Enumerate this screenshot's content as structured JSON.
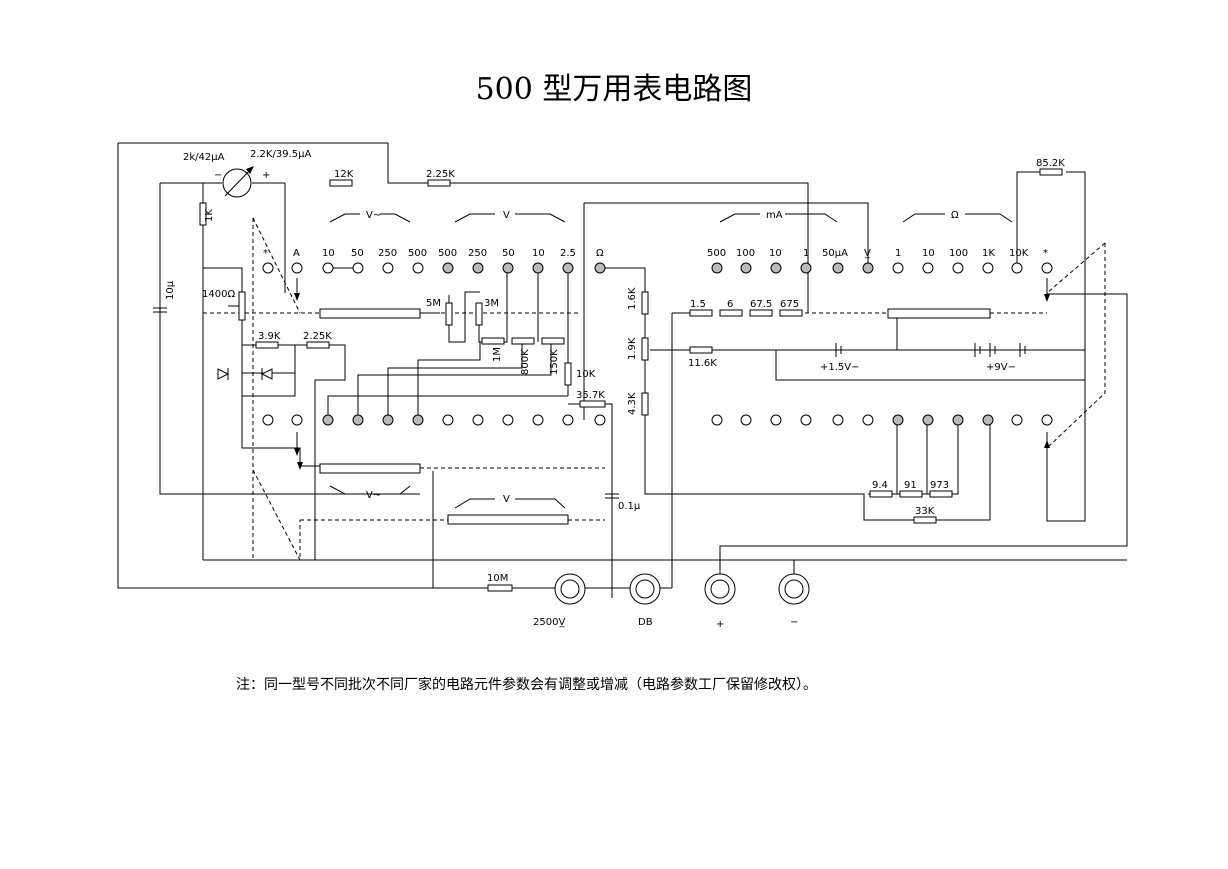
{
  "title": "500 型万用表电路图",
  "note": "注：同一型号不同批次不同厂家的电路元件参数会有调整或增减（电路参数工厂保留修改权）。",
  "meter": {
    "label_left": "2k/42μA",
    "label_right": "2.2K/39.5μA",
    "minus": "−",
    "plus": "+"
  },
  "groups": {
    "acv_a": "V~",
    "dcv": "V",
    "ma": "mA",
    "ohm": "Ω",
    "acv_b": "V~",
    "dcv_b": "V"
  },
  "top_row": [
    "*",
    "A",
    "10",
    "50",
    "250",
    "500",
    "500",
    "250",
    "50",
    "10",
    "2.5",
    "Ω",
    "500",
    "100",
    "10",
    "1",
    "50μA",
    "V̲",
    "1",
    "10",
    "100",
    "1K",
    "10K",
    "*"
  ],
  "resistors": {
    "r12k": "12K",
    "r225k_top": "2.25K",
    "r1k": "1K",
    "r1400": "1400Ω",
    "r39k": "3.9K",
    "r225k": "2.25K",
    "r5m": "5M",
    "r3m": "3M",
    "r1m": "1M",
    "r800k": "800K",
    "r150k": "150K",
    "r10k": "10K",
    "r357k": "35.7K",
    "r16k": "1.6K",
    "r19k": "1.9K",
    "r43k": "4.3K",
    "r116k": "11.6K",
    "r15": "1.5",
    "r6": "6",
    "r675a": "67.5",
    "r675b": "675",
    "r852k": "85.2K",
    "r94": "9.4",
    "r91": "91",
    "r973": "973",
    "r33k": "33K",
    "r10m": "10M"
  },
  "caps": {
    "c10u": "10μ",
    "c01u": "0.1μ"
  },
  "batteries": {
    "b15": "+1.5V−",
    "b9": "+9V−"
  },
  "sockets": [
    "2500V̲",
    "DB",
    "+",
    "−"
  ]
}
